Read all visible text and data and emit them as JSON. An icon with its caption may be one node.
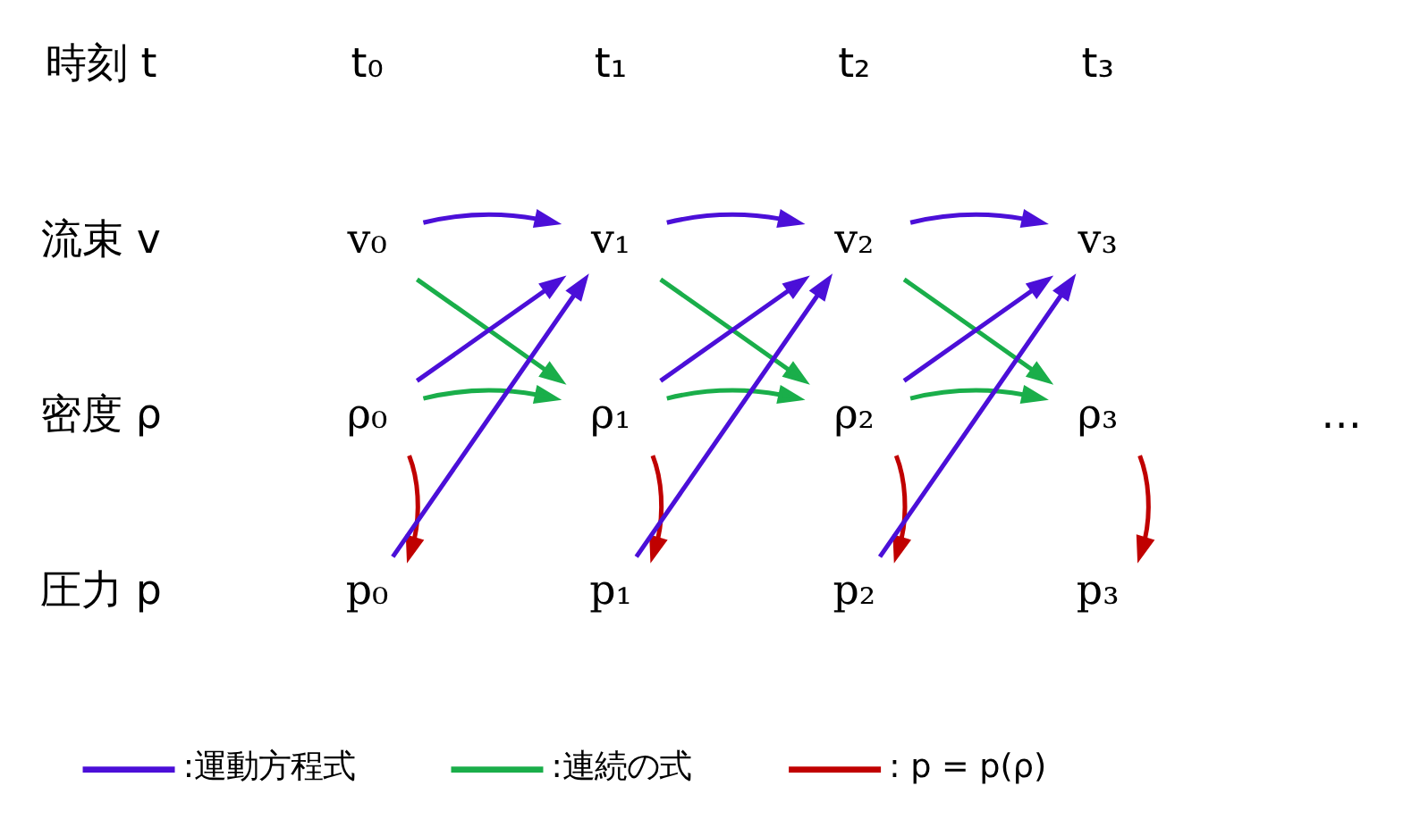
{
  "diagram": {
    "nodes": [
      {
        "text": [
          "v₀"
        ]
      },
      {
        "text": [
          "v₁"
        ]
      },
      {
        "text": [
          "v₂"
        ]
      },
      {
        "text": [
          "v₃"
        ]
      },
      {
        "text": [
          "ρ₀"
        ]
      },
      {
        "text": [
          "ρ₁"
        ]
      },
      {
        "text": [
          "ρ₂"
        ]
      },
      {
        "text": [
          "ρ₃"
        ]
      },
      {
        "text": [
          "p₀"
        ]
      },
      {
        "text": [
          "p₁"
        ]
      },
      {
        "text": [
          "p₂"
        ]
      },
      {
        "text": [
          "p₃"
        ]
      }
    ],
    "edges": [
      {
        "from": 0,
        "to": 1,
        "arrow": "to"
      },
      {
        "from": 0,
        "to": 5,
        "arrow": "to",
        "color": "#1aae4a"
      },
      {
        "from": 4,
        "to": 1,
        "arrow": "to"
      },
      {
        "from": 4,
        "to": 5,
        "arrow": "to",
        "color": "#1aae4a"
      },
      {
        "from": 8,
        "to": 1,
        "arrow": "to"
      },
      {
        "from": 1,
        "to": 2,
        "arrow": "to"
      },
      {
        "from": 1,
        "to": 6,
        "arrow": "to",
        "color": "#1aae4a"
      },
      {
        "from": 5,
        "to": 2,
        "arrow": "to"
      },
      {
        "from": 5,
        "to": 6,
        "arrow": "to",
        "color": "#1aae4a"
      },
      {
        "from": 9,
        "to": 2,
        "arrow": "to"
      },
      {
        "from": 2,
        "to": 3,
        "arrow": "to"
      },
      {
        "from": 2,
        "to": 7,
        "arrow": "to",
        "color": "#1aae4a"
      },
      {
        "from": 6,
        "to": 3,
        "arrow": "to"
      },
      {
        "from": 6,
        "to": 7,
        "arrow": "to",
        "color": "#1aae4a"
      },
      {
        "from": 10,
        "to": 3,
        "arrow": "to"
      },
      {
        "from": 4,
        "to": 8,
        "arrow": "to",
        "color": "#c00000"
      },
      {
        "from": 5,
        "to": 9,
        "arrow": "to",
        "color": "#c00000"
      },
      {
        "from": 6,
        "to": 10,
        "arrow": "to",
        "color": "#c00000"
      },
      {
        "from": 7,
        "to": 11,
        "arrow": "to",
        "color": "#c00000"
      }
    ],
    "labels": [
      "時刻 t",
      "t₀",
      "t₁",
      "t₂",
      "t₃",
      "流束 v",
      "密度 ρ",
      "…",
      "圧力 p"
    ],
    "legend": [
      {
        "text": ":運動方程式",
        "color": "#4b0fd8"
      },
      {
        "text": ":連続の式",
        "color": "#1aae4a"
      },
      {
        "text": ": p = p(ρ)",
        "color": "#c00000"
      }
    ]
  }
}
